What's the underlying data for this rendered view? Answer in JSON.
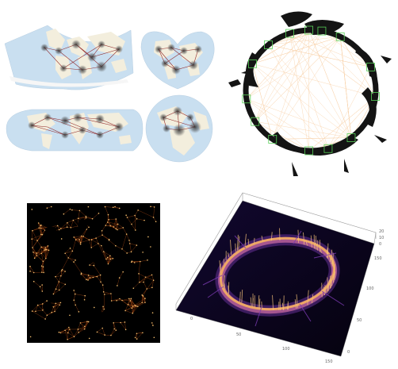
{
  "figure": {
    "panels": [
      {
        "id": "map-projections",
        "kind": "network-on-map-projections",
        "count": 4
      },
      {
        "id": "ring-network",
        "kind": "network-overlay-ring"
      },
      {
        "id": "dense-network",
        "kind": "dense-network-heatmap"
      },
      {
        "id": "ring-3d-surface",
        "kind": "3d-surface-plot"
      }
    ]
  },
  "colors": {
    "ocean": "#c9dff0",
    "land": "#f3eedd",
    "edge": "#8b1a1a",
    "node_halo": "#3a3a3a",
    "ring_ink": "#141414",
    "ring_edges": "#f2a85c",
    "box_green": "#58d058",
    "dense_bg": "#000000",
    "dense_edge": "#d25a18",
    "surface_floor": "#0a0418",
    "surface_glow": "#f5b060",
    "surface_violet": "#7a3ab0"
  },
  "surface_axes": {
    "x_ticks": [
      "0",
      "50",
      "100",
      "150"
    ],
    "y_ticks": [
      "0",
      "50",
      "100",
      "150"
    ],
    "z_ticks": [
      "0",
      "10",
      "20"
    ]
  }
}
